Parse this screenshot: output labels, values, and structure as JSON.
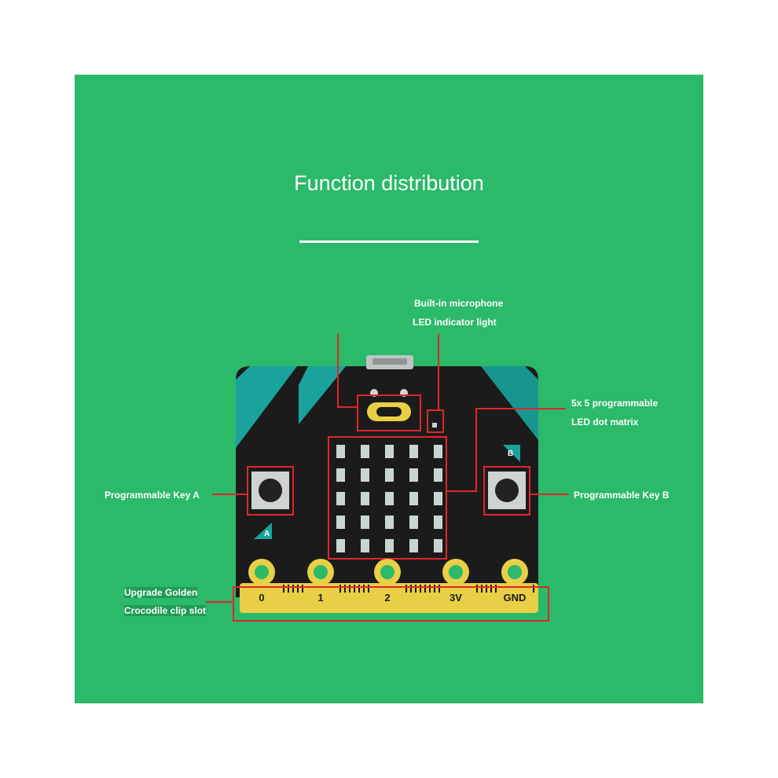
{
  "title": "Function distribution",
  "labels": {
    "mic_line1": "Built-in microphone",
    "mic_line2": "LED indicator light",
    "matrix_line1": "5x 5 programmable",
    "matrix_line2": "LED dot matrix",
    "key_a": "Programmable Key A",
    "key_b": "Programmable Key B",
    "slot_line1": "Upgrade Golden",
    "slot_line2": "Crocodile clip slot"
  },
  "board": {
    "button_a_letter": "A",
    "button_b_letter": "B",
    "pins": [
      "0",
      "1",
      "2",
      "3V",
      "GND"
    ]
  },
  "colors": {
    "background": "#2bb96a",
    "board": "#1b1b1b",
    "accent_teal": "#1aa39c",
    "gold": "#e8cf45",
    "highlight_box": "#e0262a",
    "led": "#c9d6cf"
  }
}
